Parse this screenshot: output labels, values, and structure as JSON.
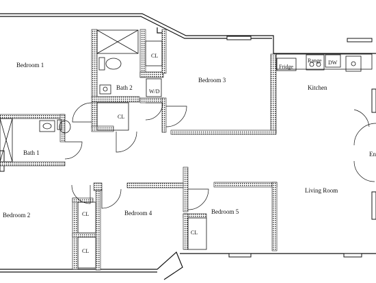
{
  "plan": {
    "line_color": "#111111",
    "wall_hatch_color": "#222222",
    "background": "#ffffff"
  },
  "rooms": {
    "bedroom_1": "Bedroom 1",
    "bedroom_2": "Bedroom 2",
    "bedroom_3": "Bedroom 3",
    "bedroom_4": "Bedroom 4",
    "bedroom_5": "Bedroom 5",
    "bath_1": "Bath 1",
    "bath_2": "Bath 2",
    "kitchen": "Kitchen",
    "living_room": "Living Room",
    "entry_partial": "En"
  },
  "fixtures": {
    "closet": "CL",
    "washer_dryer": "W/D",
    "fridge": "Fridge",
    "range": "Range",
    "dishwasher": "DW"
  }
}
